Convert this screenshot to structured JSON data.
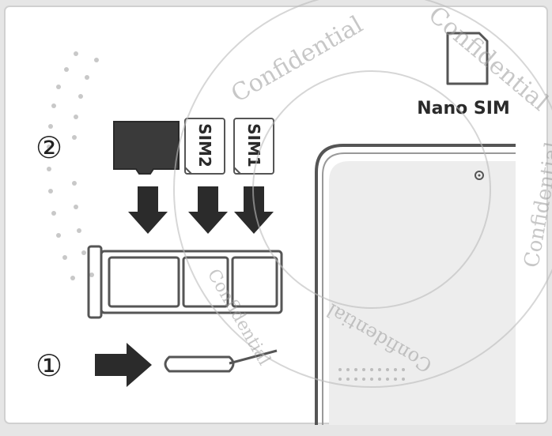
{
  "diagram": {
    "nano_sim_label": "Nano SIM",
    "step_1": "①",
    "step_2": "②",
    "sim_slot_1_label": "SIM1",
    "sim_slot_2_label": "SIM2",
    "watermark_text": "Confidential"
  },
  "colors": {
    "background": "#e6e6e6",
    "panel": "#ffffff",
    "arrow": "#2b2b2b",
    "outline": "#555555",
    "microsd": "#3a3a3a",
    "phone_screen": "#ededed"
  }
}
